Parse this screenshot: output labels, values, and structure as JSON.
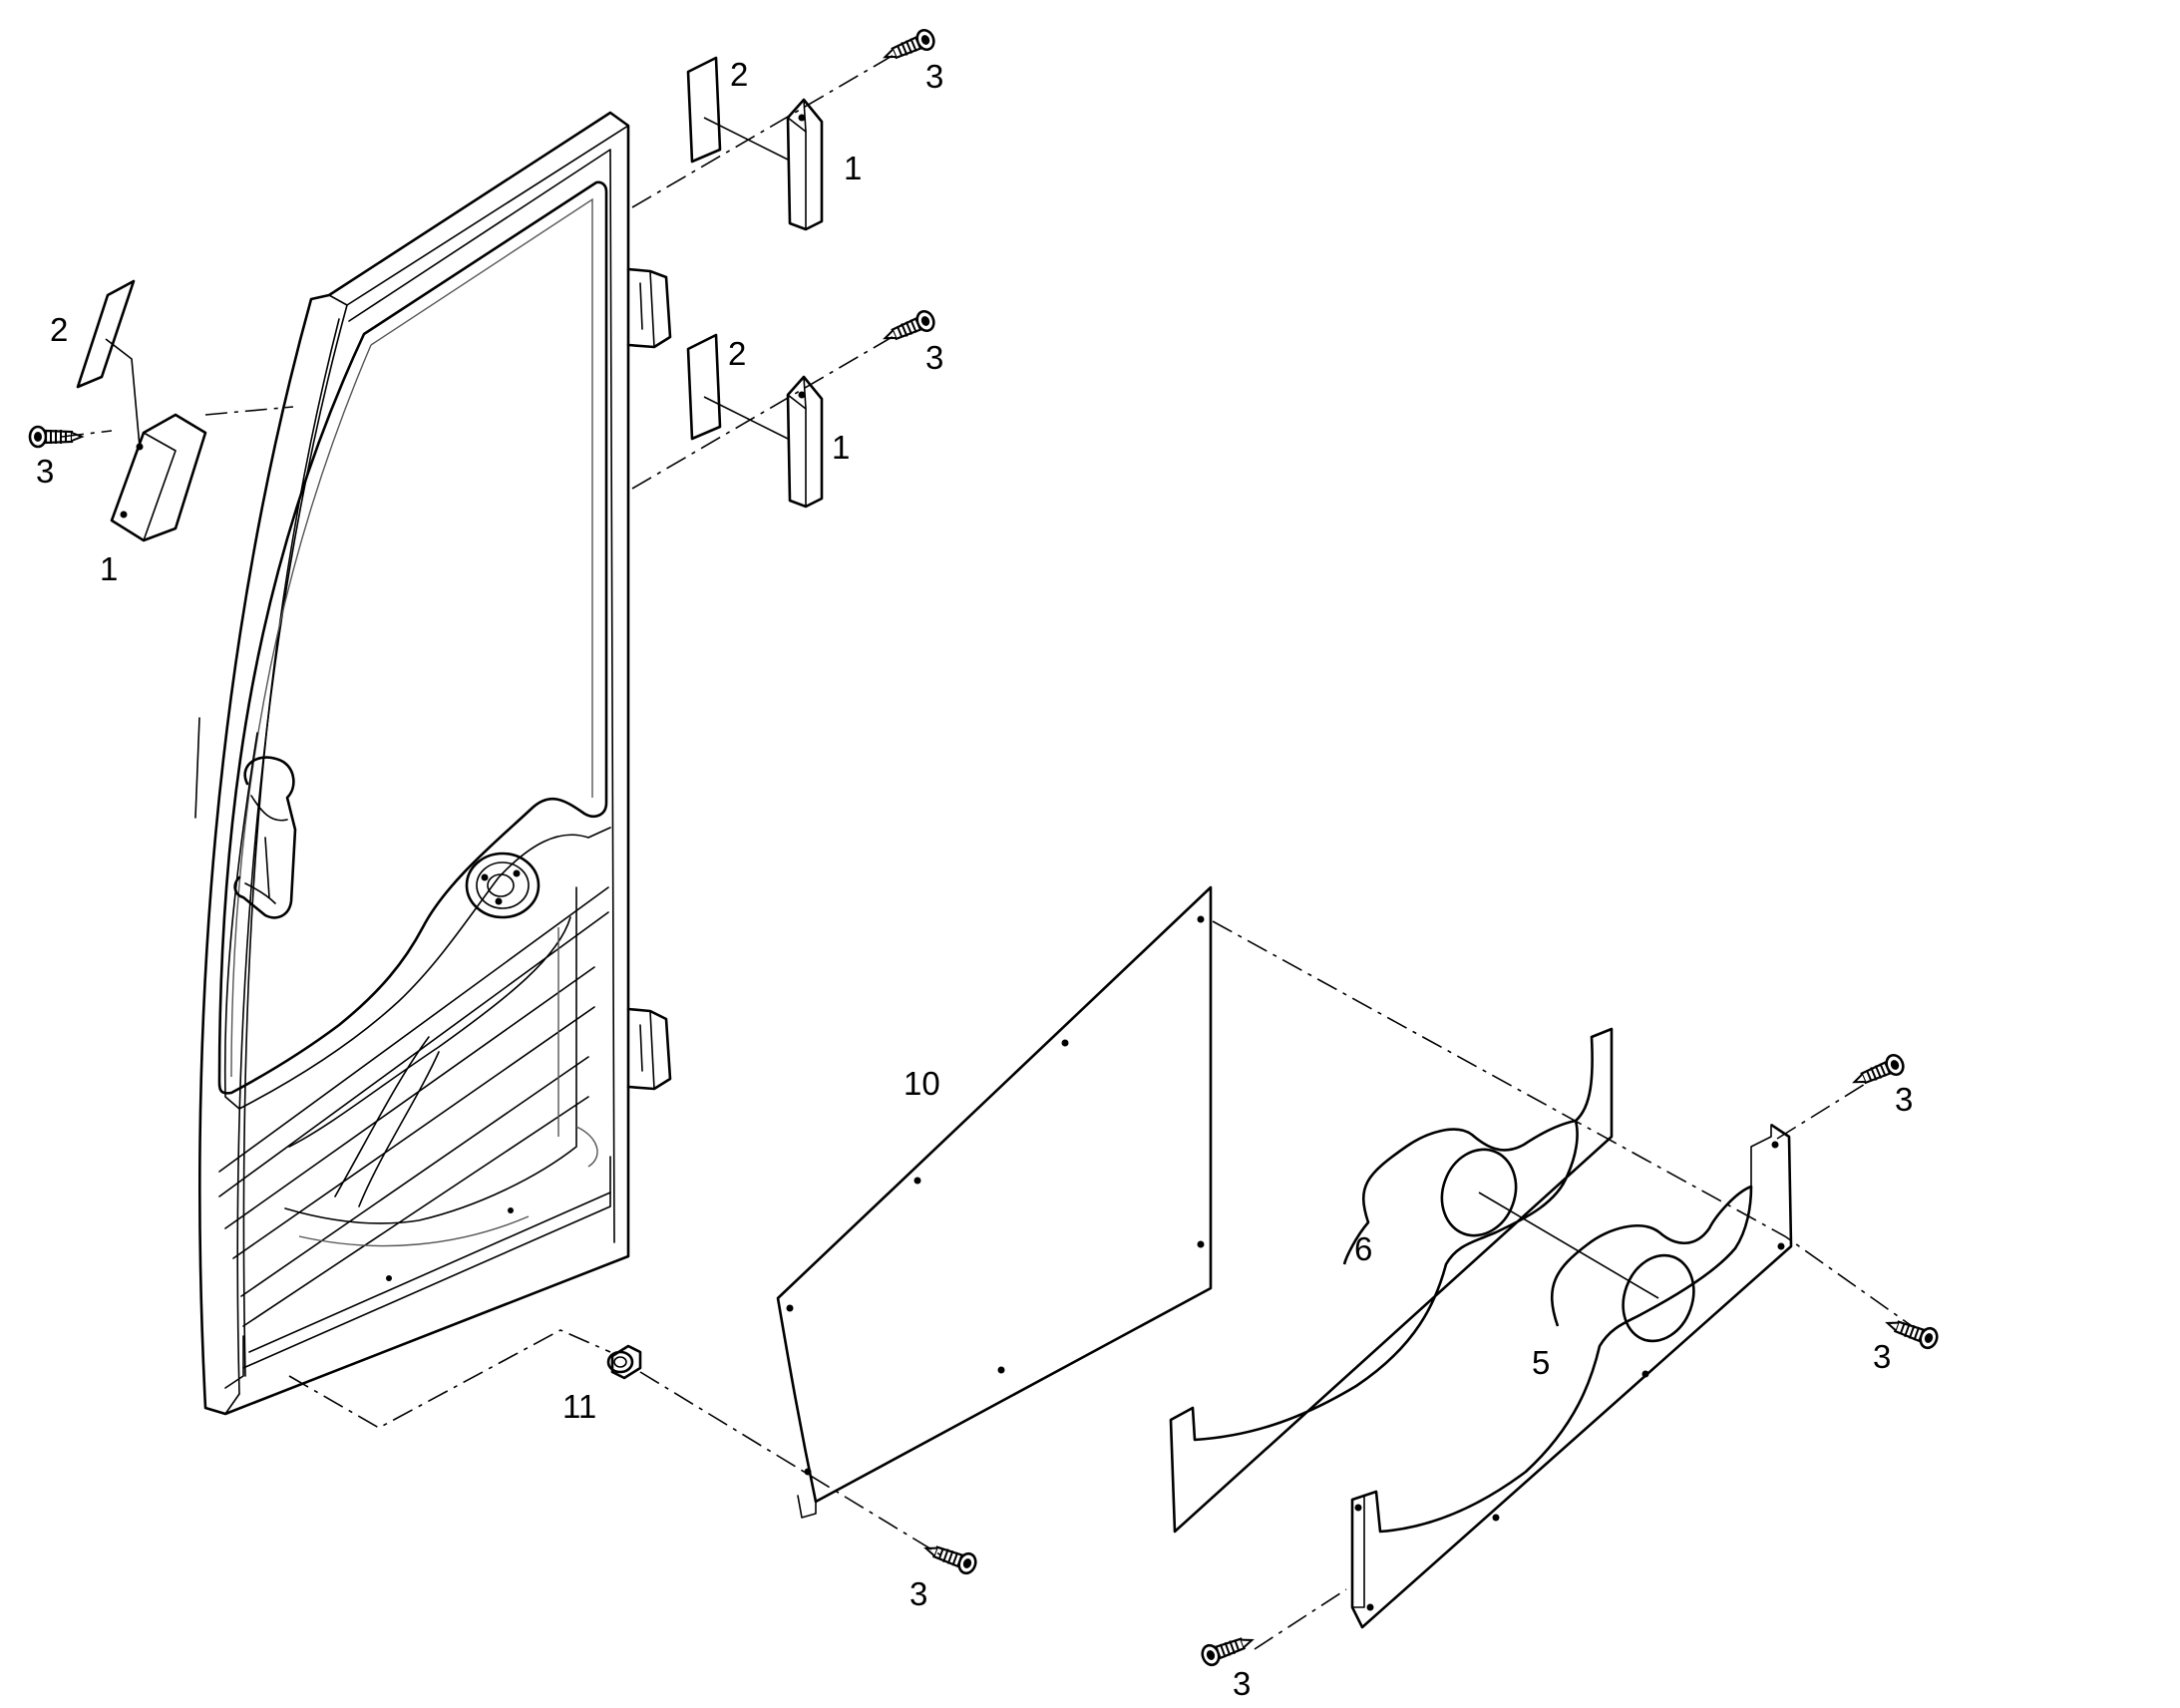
{
  "callouts": [
    {
      "id": "c1",
      "text": "2"
    },
    {
      "id": "c2",
      "text": "1"
    },
    {
      "id": "c3",
      "text": "3"
    },
    {
      "id": "c4",
      "text": "2"
    },
    {
      "id": "c5",
      "text": "1"
    },
    {
      "id": "c6",
      "text": "3"
    },
    {
      "id": "c7",
      "text": "2"
    },
    {
      "id": "c8",
      "text": "3"
    },
    {
      "id": "c9",
      "text": "1"
    },
    {
      "id": "c10",
      "text": "10"
    },
    {
      "id": "c11",
      "text": "3"
    },
    {
      "id": "c12",
      "text": "6"
    },
    {
      "id": "c13",
      "text": "3"
    },
    {
      "id": "c14",
      "text": "5"
    },
    {
      "id": "c15",
      "text": "11"
    },
    {
      "id": "c16",
      "text": "3"
    },
    {
      "id": "c17",
      "text": "3"
    }
  ]
}
